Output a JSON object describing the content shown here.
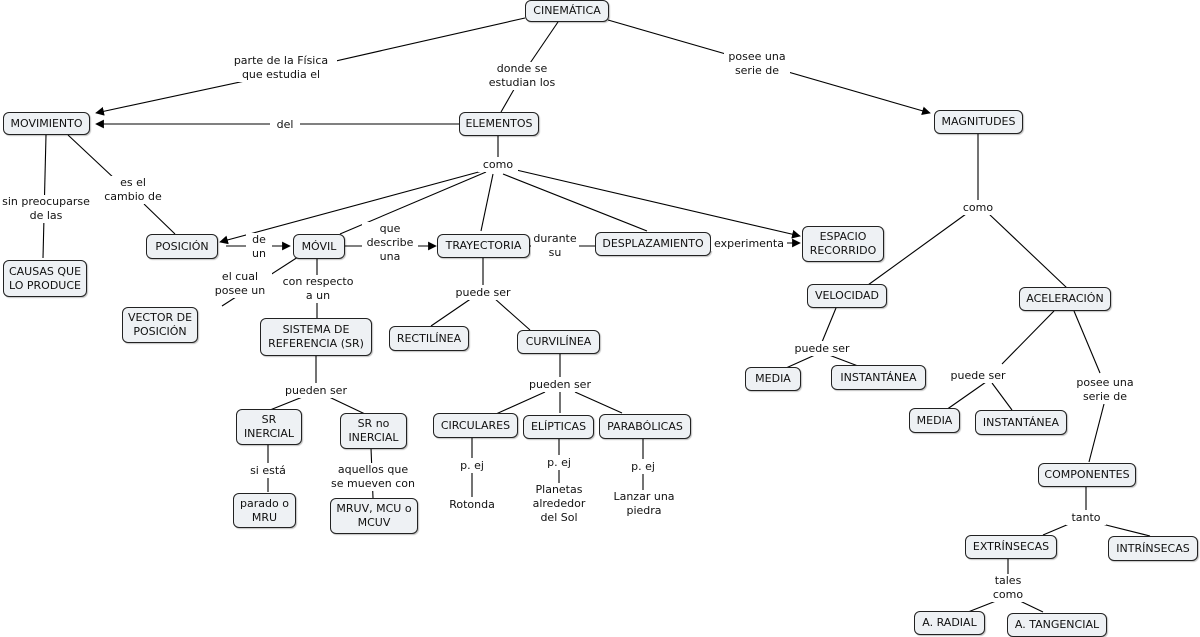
{
  "nodes": {
    "cinematica": "CINEMÁTICA",
    "movimiento": "MOVIMIENTO",
    "elementos": "ELEMENTOS",
    "magnitudes": "MAGNITUDES",
    "posicion": "POSICIÓN",
    "movil": "MÓVIL",
    "trayectoria": "TRAYECTORIA",
    "desplazamiento": "DESPLAZAMIENTO",
    "espacio_recorrido": "ESPACIO\nRECORRIDO",
    "causas": "CAUSAS QUE\nLO PRODUCE",
    "vector_posicion": "VECTOR DE\nPOSICIÓN",
    "sistema_referencia": "SISTEMA DE\nREFERENCIA (SR)",
    "rectilinea": "RECTILÍNEA",
    "curvilinea": "CURVILÍNEA",
    "sr_inercial": "SR\nINERCIAL",
    "sr_no_inercial": "SR no\nINERCIAL",
    "parado_mru": "parado o\nMRU",
    "mruv": "MRUV, MCU o\nMCUV",
    "circulares": "CIRCULARES",
    "elipticas": "ELÍPTICAS",
    "parabolicas": "PARABÓLICAS",
    "velocidad": "VELOCIDAD",
    "aceleracion": "ACELERACIÓN",
    "vel_media": "MEDIA",
    "vel_instantanea": "INSTANTÁNEA",
    "acel_media": "MEDIA",
    "acel_instantanea": "INSTANTÁNEA",
    "componentes": "COMPONENTES",
    "extrinsecas": "EXTRÍNSECAS",
    "intrinsecas": "INTRÍNSECAS",
    "a_radial": "A. RADIAL",
    "a_tangencial": "A. TANGENCIAL"
  },
  "labels": {
    "parte_fisica": "parte de la Física\nque estudia el",
    "donde_se": "donde se\nestudian los",
    "posee_serie": "posee una\nserie de",
    "del": "del",
    "como_elem": "como",
    "como_mag": "como",
    "sin_preocuparse": "sin preocuparse\nde las",
    "es_cambio": "es el\ncambio de",
    "de_un": "de\nun",
    "que_describe": "que\ndescribe\nuna",
    "durante_su": "durante\nsu",
    "experimenta": "experimenta",
    "el_cual": "el cual\nposee un",
    "con_respecto": "con respecto\na un",
    "puede_ser_tray": "puede ser",
    "pueden_ser_sr": "pueden ser",
    "si_esta": "si está",
    "aquellos": "aquellos que\nse mueven con",
    "pueden_ser_curv": "pueden ser",
    "pej1": "p. ej",
    "pej2": "p. ej",
    "pej3": "p. ej",
    "rotonda": "Rotonda",
    "planetas": "Planetas\nalrededor\ndel Sol",
    "lanzar": "Lanzar una\npiedra",
    "puede_ser_vel": "puede ser",
    "puede_ser_acel": "puede ser",
    "posee_comp": "posee una\nserie de",
    "tanto": "tanto",
    "tales_como": "tales\ncomo"
  }
}
